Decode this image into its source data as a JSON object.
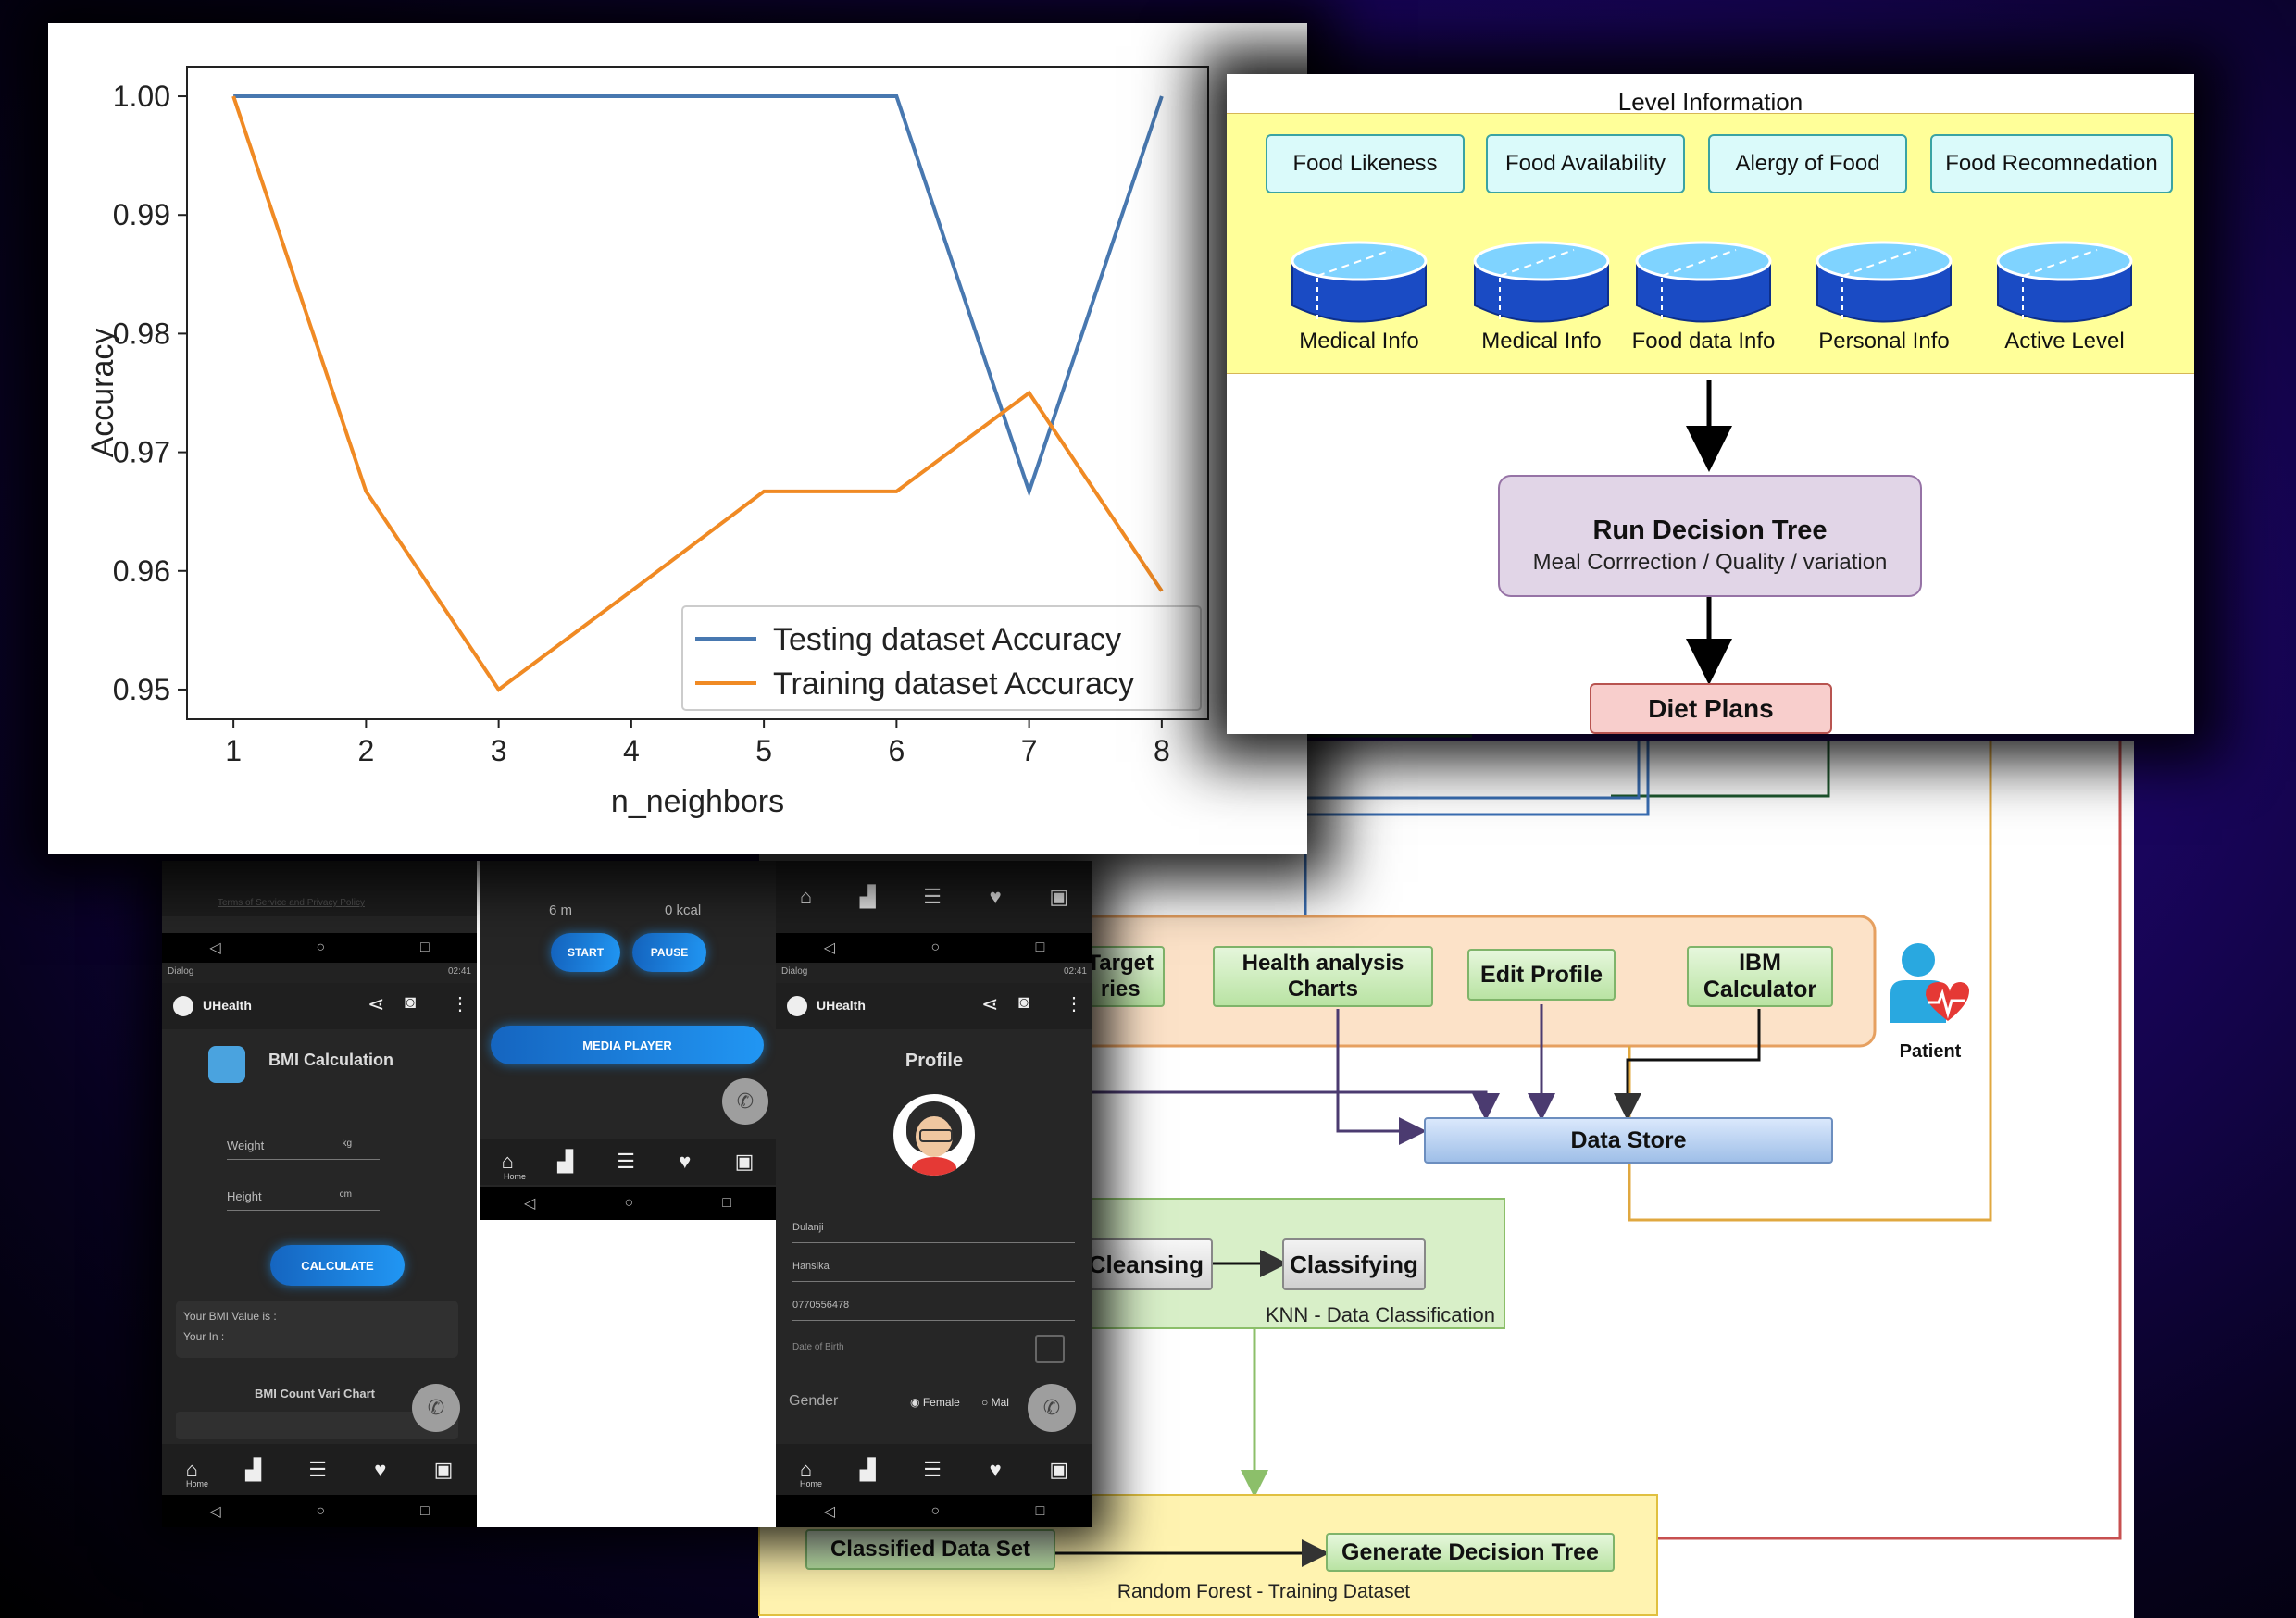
{
  "chart": {
    "chart_data": {
      "type": "line",
      "x": [
        1,
        2,
        3,
        4,
        5,
        6,
        7,
        8
      ],
      "series": [
        {
          "name": "Testing dataset Accuracy",
          "color": "#4878b0",
          "values": [
            1.0,
            1.0,
            1.0,
            1.0,
            1.0,
            1.0,
            0.9667,
            1.0
          ]
        },
        {
          "name": "Training dataset Accuracy",
          "color": "#f08a24",
          "values": [
            1.0,
            0.9667,
            0.95,
            0.9583,
            0.9667,
            0.9667,
            0.975,
            0.9583
          ]
        }
      ],
      "title": "",
      "xlabel": "n_neighbors",
      "ylabel": "Accuracy",
      "xlim": [
        1,
        8
      ],
      "ylim": [
        0.95,
        1.0
      ],
      "yticks": [
        "0.95",
        "0.96",
        "0.97",
        "0.98",
        "0.99",
        "1.00"
      ],
      "xticks": [
        "1",
        "2",
        "3",
        "4",
        "5",
        "6",
        "7",
        "8"
      ],
      "legend": "lower-right",
      "grid": false
    }
  },
  "level_info": {
    "title": "Level Information",
    "features": [
      "Food Likeness",
      "Food Availability",
      "Alergy  of  Food",
      "Food Recomnedation"
    ],
    "stores": [
      "Medical Info",
      "Medical Info",
      "Food data Info",
      "Personal Info",
      "Active Level"
    ],
    "decision_title": "Run Decision Tree",
    "decision_sub": "Meal Corrrection / Quality / variation",
    "output": "Diet Plans"
  },
  "flow": {
    "target": "Target\nries",
    "health": "Health analysis\nCharts",
    "edit_profile": "Edit Profile",
    "ibm": "IBM\nCalculator",
    "patient": "Patient",
    "data_store": "Data Store",
    "cleansing": "Cleansing",
    "classifying": "Classifying",
    "knn": "KNN -  Data Classification",
    "classified": "Classified Data Set",
    "generate": "Generate Decision Tree",
    "rf": "Random Forest - Training Dataset"
  },
  "phone_bmi": {
    "terms": "Terms of Service and Privacy Policy",
    "status_left": "Dialog",
    "status_right": "02:41",
    "app": "UHealth",
    "title": "BMI Calculation",
    "weight": "Weight",
    "weight_unit": "kg",
    "height": "Height",
    "height_unit": "cm",
    "calculate": "CALCULATE",
    "bmi_value": "Your BMI Value is :",
    "your_in": "Your In :",
    "chart_label": "BMI Count Vari Chart",
    "home": "Home"
  },
  "phone_media": {
    "stat1": "6 m",
    "stat2": "0 kcal",
    "start": "START",
    "pause": "PAUSE",
    "media": "MEDIA PLAYER",
    "home": "Home"
  },
  "phone_profile": {
    "status_left": "Dialog",
    "status_right": "02:41",
    "app": "UHealth",
    "title": "Profile",
    "first": "Dulanji",
    "last": "Hansika",
    "phone": "0770556478",
    "dob": "Date of Birth",
    "gender": "Gender",
    "female": "Female",
    "male": "Mal",
    "home": "Home"
  }
}
